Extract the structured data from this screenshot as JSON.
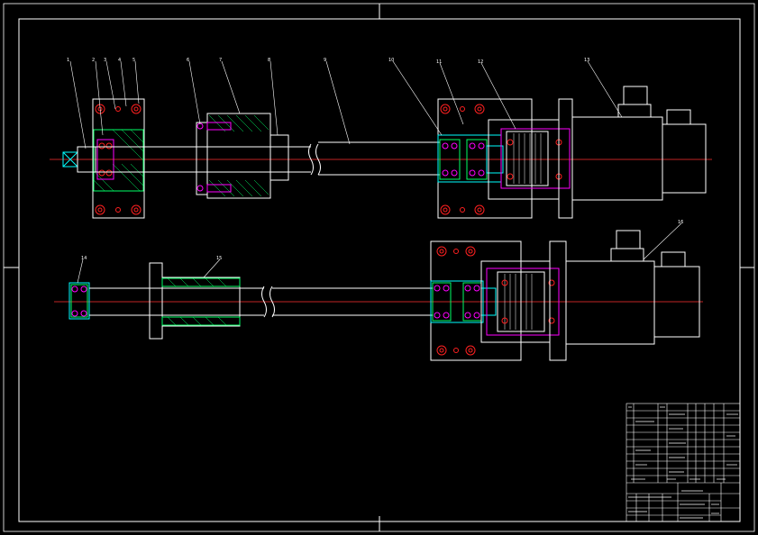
{
  "document": {
    "type": "CAD assembly drawing",
    "background": "#000000",
    "colors": {
      "outline": "#ffffff",
      "centerline": "#ff3030",
      "hatch": "#00ff66",
      "hidden": "#ff00ff",
      "section": "#00ffff",
      "bearing_marks": "#ff2020"
    }
  },
  "views": {
    "top": {
      "name": "upper-assembly-view",
      "balloons": [
        "1",
        "2",
        "3",
        "4",
        "5",
        "6",
        "7",
        "8",
        "9",
        "10",
        "11",
        "12",
        "13"
      ]
    },
    "bottom": {
      "name": "lower-assembly-view",
      "balloons": [
        "14",
        "15",
        "16"
      ]
    }
  },
  "title_block": {
    "title": "ball screw feed assembly",
    "rows": [
      "",
      "",
      "",
      "",
      "",
      "",
      "",
      "",
      "",
      "",
      ""
    ],
    "labels": [
      "",
      "",
      "",
      "",
      ""
    ]
  }
}
